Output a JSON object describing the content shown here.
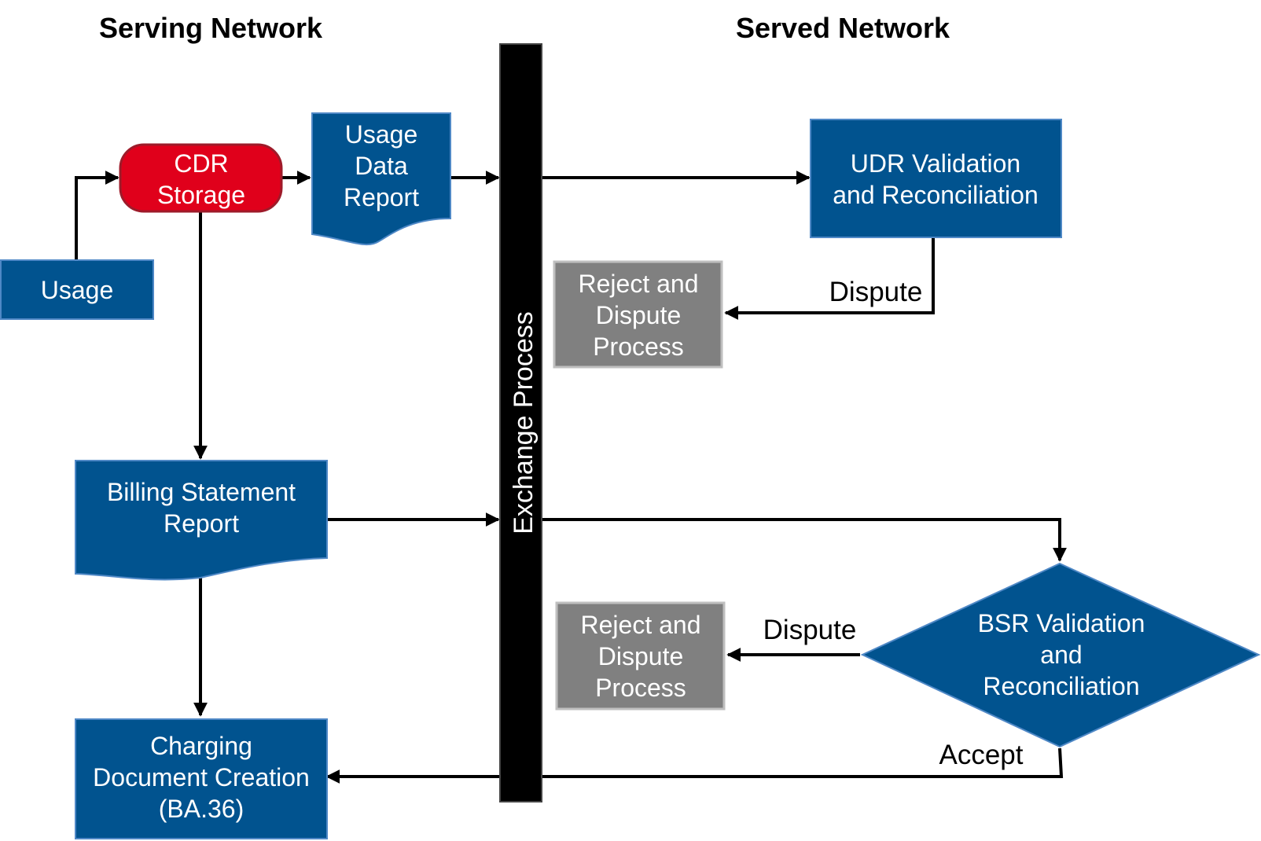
{
  "headers": {
    "serving": "Serving Network",
    "served": "Served Network"
  },
  "nodes": {
    "usage": [
      "Usage"
    ],
    "cdr_storage": [
      "CDR",
      "Storage"
    ],
    "usage_data_report": [
      "Usage",
      "Data",
      "Report"
    ],
    "exchange_process": "Exchange Process",
    "udr_validation": [
      "UDR Validation",
      "and Reconciliation"
    ],
    "reject_dispute_top": [
      "Reject and",
      "Dispute",
      "Process"
    ],
    "billing_statement_report": [
      "Billing Statement",
      "Report"
    ],
    "bsr_validation": [
      "BSR Validation",
      "and",
      "Reconciliation"
    ],
    "reject_dispute_bottom": [
      "Reject and",
      "Dispute",
      "Process"
    ],
    "charging_document": [
      "Charging",
      "Document Creation",
      "(BA.36)"
    ]
  },
  "edge_labels": {
    "dispute_top": "Dispute",
    "dispute_bottom": "Dispute",
    "accept": "Accept"
  },
  "colors": {
    "process_blue": "#01538f",
    "storage_red": "#e0001b",
    "reject_gray": "#808080",
    "bar_black": "#000000"
  }
}
